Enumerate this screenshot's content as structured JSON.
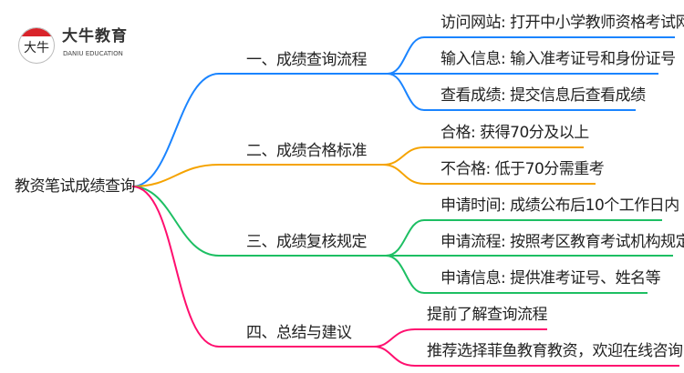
{
  "logo": {
    "name_cn": "大牛教育",
    "name_en": "DANIU EDUCATION",
    "mark": "大牛"
  },
  "root": "教资笔试成绩查询",
  "colors": {
    "blue": "#1a84ff",
    "orange": "#f5a300",
    "green": "#1dbf63",
    "pink": "#ff0f6f"
  },
  "branches": [
    {
      "label": "一、成绩查询流程",
      "leaves": [
        "访问网站: 打开中小学教师资格考试网",
        "输入信息: 输入准考证号和身份证号",
        "查看成绩: 提交信息后查看成绩"
      ]
    },
    {
      "label": "二、成绩合格标准",
      "leaves": [
        "合格: 获得70分及以上",
        "不合格: 低于70分需重考"
      ]
    },
    {
      "label": "三、成绩复核规定",
      "leaves": [
        "申请时间: 成绩公布后10个工作日内",
        "申请流程: 按照考区教育考试机构规定",
        "申请信息: 提供准考证号、姓名等"
      ]
    },
    {
      "label": "四、总结与建议",
      "leaves": [
        "提前了解查询流程",
        "推荐选择菲鱼教育教资，欢迎在线咨询！"
      ]
    }
  ]
}
